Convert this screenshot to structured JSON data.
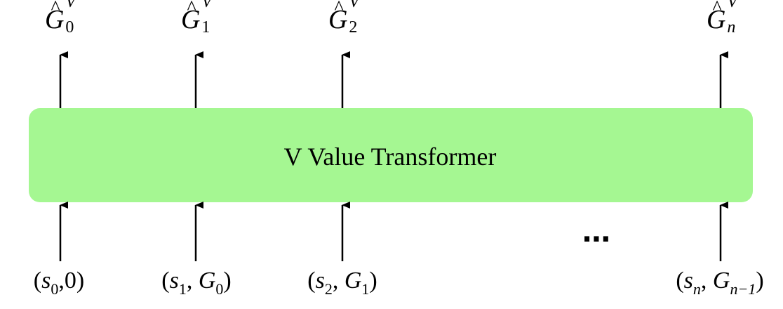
{
  "transformer": {
    "label": "V Value Transformer",
    "fill": "#a5f792"
  },
  "outputs": [
    {
      "symbol": "G",
      "hat": "^",
      "sup": "V",
      "sub": "0"
    },
    {
      "symbol": "G",
      "hat": "^",
      "sup": "V",
      "sub": "1"
    },
    {
      "symbol": "G",
      "hat": "^",
      "sup": "V",
      "sub": "2"
    },
    {
      "symbol": "G",
      "hat": "^",
      "sup": "V",
      "sub": "n"
    }
  ],
  "inputs": [
    {
      "open": "(",
      "a": "s",
      "a_sub": "0",
      "sep": ",",
      "b": "0",
      "b_sub": "",
      "close": ")"
    },
    {
      "open": "(",
      "a": "s",
      "a_sub": "1",
      "sep": ", ",
      "b": "G",
      "b_sub": "0",
      "close": ")"
    },
    {
      "open": "(",
      "a": "s",
      "a_sub": "2",
      "sep": ", ",
      "b": "G",
      "b_sub": "1",
      "close": ")"
    },
    {
      "open": "(",
      "a": "s",
      "a_sub": "n",
      "sep": ", ",
      "b": "G",
      "b_sub": "n−1",
      "close": ")"
    }
  ],
  "ellipsis": "⋯",
  "colors": {
    "arrow": "#000000",
    "box": "#a5f792"
  }
}
